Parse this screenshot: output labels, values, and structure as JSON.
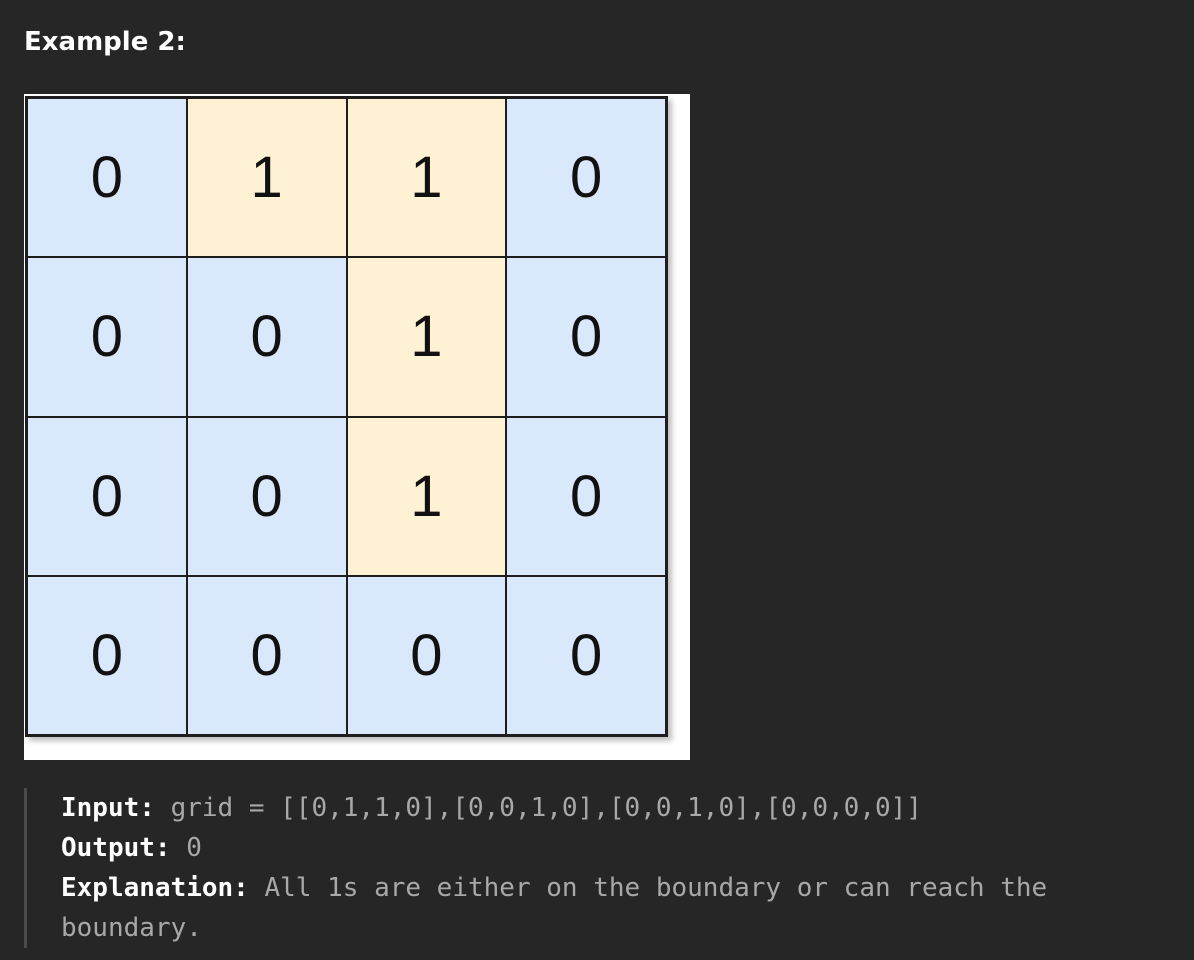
{
  "heading": "Example 2:",
  "figure": {
    "grid": [
      [
        "0",
        "1",
        "1",
        "0"
      ],
      [
        "0",
        "0",
        "1",
        "0"
      ],
      [
        "0",
        "0",
        "1",
        "0"
      ],
      [
        "0",
        "0",
        "0",
        "0"
      ]
    ],
    "colors": {
      "water": "#dae8fc",
      "land": "#fff2d4",
      "border": "#1e1e1e"
    }
  },
  "example": {
    "input_label": "Input:",
    "input_value": "grid = [[0,1,1,0],[0,0,1,0],[0,0,1,0],[0,0,0,0]]",
    "output_label": "Output:",
    "output_value": "0",
    "explanation_label": "Explanation:",
    "explanation_value": "All 1s are either on the boundary or can reach the boundary."
  }
}
